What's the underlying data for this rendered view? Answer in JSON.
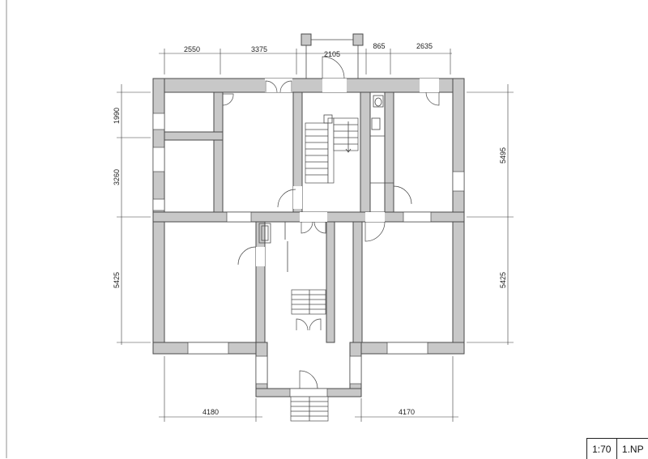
{
  "dimensions": {
    "top": [
      "2550",
      "3375",
      "2105",
      "865",
      "2635"
    ],
    "left": [
      "1990",
      "3260",
      "5425"
    ],
    "right": [
      "5495",
      "5425"
    ],
    "bottom": [
      "4180",
      "4170"
    ]
  },
  "title_block": {
    "scale": "1:70",
    "floor": "1.NP"
  }
}
